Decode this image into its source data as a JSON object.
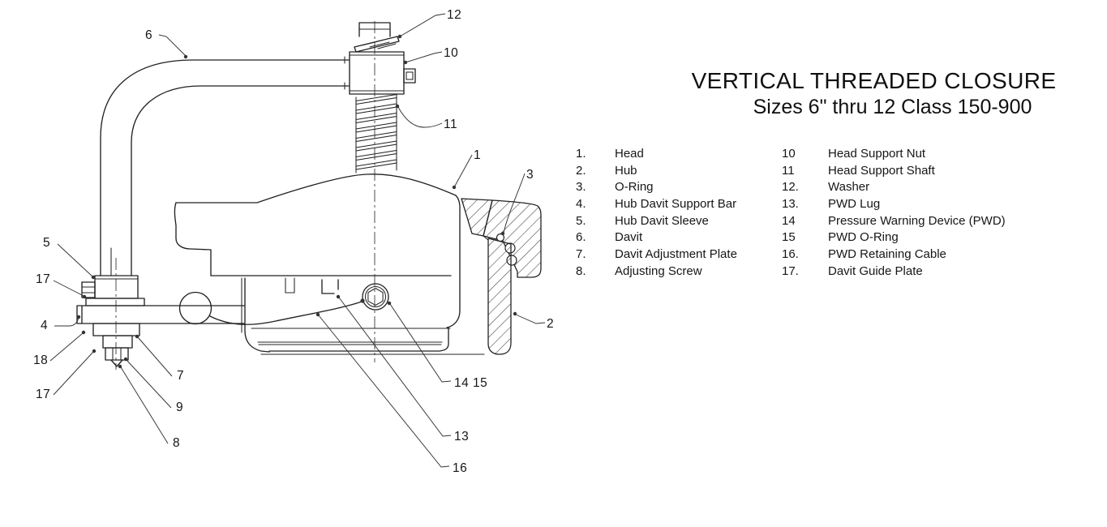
{
  "title": {
    "line1": "VERTICAL THREADED CLOSURE",
    "line2": "Sizes 6\" thru 12 Class 150-900"
  },
  "parts_list": {
    "left": [
      {
        "num": "1.",
        "name": "Head"
      },
      {
        "num": "2.",
        "name": "Hub"
      },
      {
        "num": "3.",
        "name": "O-Ring"
      },
      {
        "num": "4.",
        "name": "Hub Davit Support Bar"
      },
      {
        "num": "5.",
        "name": "Hub Davit Sleeve"
      },
      {
        "num": "6.",
        "name": "Davit"
      },
      {
        "num": "7.",
        "name": "Davit Adjustment Plate"
      },
      {
        "num": "8.",
        "name": "Adjusting Screw"
      }
    ],
    "right": [
      {
        "num": "10",
        "name": "Head Support Nut"
      },
      {
        "num": "11",
        "name": "Head Support Shaft"
      },
      {
        "num": "12.",
        "name": "Washer"
      },
      {
        "num": "13.",
        "name": "PWD Lug"
      },
      {
        "num": "14",
        "name": "Pressure Warning Device (PWD)"
      },
      {
        "num": "15",
        "name": "PWD O-Ring"
      },
      {
        "num": "16.",
        "name": "PWD Retaining Cable"
      },
      {
        "num": "17.",
        "name": "Davit Guide Plate"
      }
    ]
  },
  "diagram": {
    "ink_color": "#222222",
    "callouts": [
      {
        "label": "12"
      },
      {
        "label": "10"
      },
      {
        "label": "11"
      },
      {
        "label": "1"
      },
      {
        "label": "3"
      },
      {
        "label": "6"
      },
      {
        "label": "5"
      },
      {
        "label": "17"
      },
      {
        "label": "4"
      },
      {
        "label": "18"
      },
      {
        "label": "17"
      },
      {
        "label": "7"
      },
      {
        "label": "9"
      },
      {
        "label": "8"
      },
      {
        "label": "14 15"
      },
      {
        "label": "13"
      },
      {
        "label": "16"
      },
      {
        "label": "2"
      }
    ]
  }
}
